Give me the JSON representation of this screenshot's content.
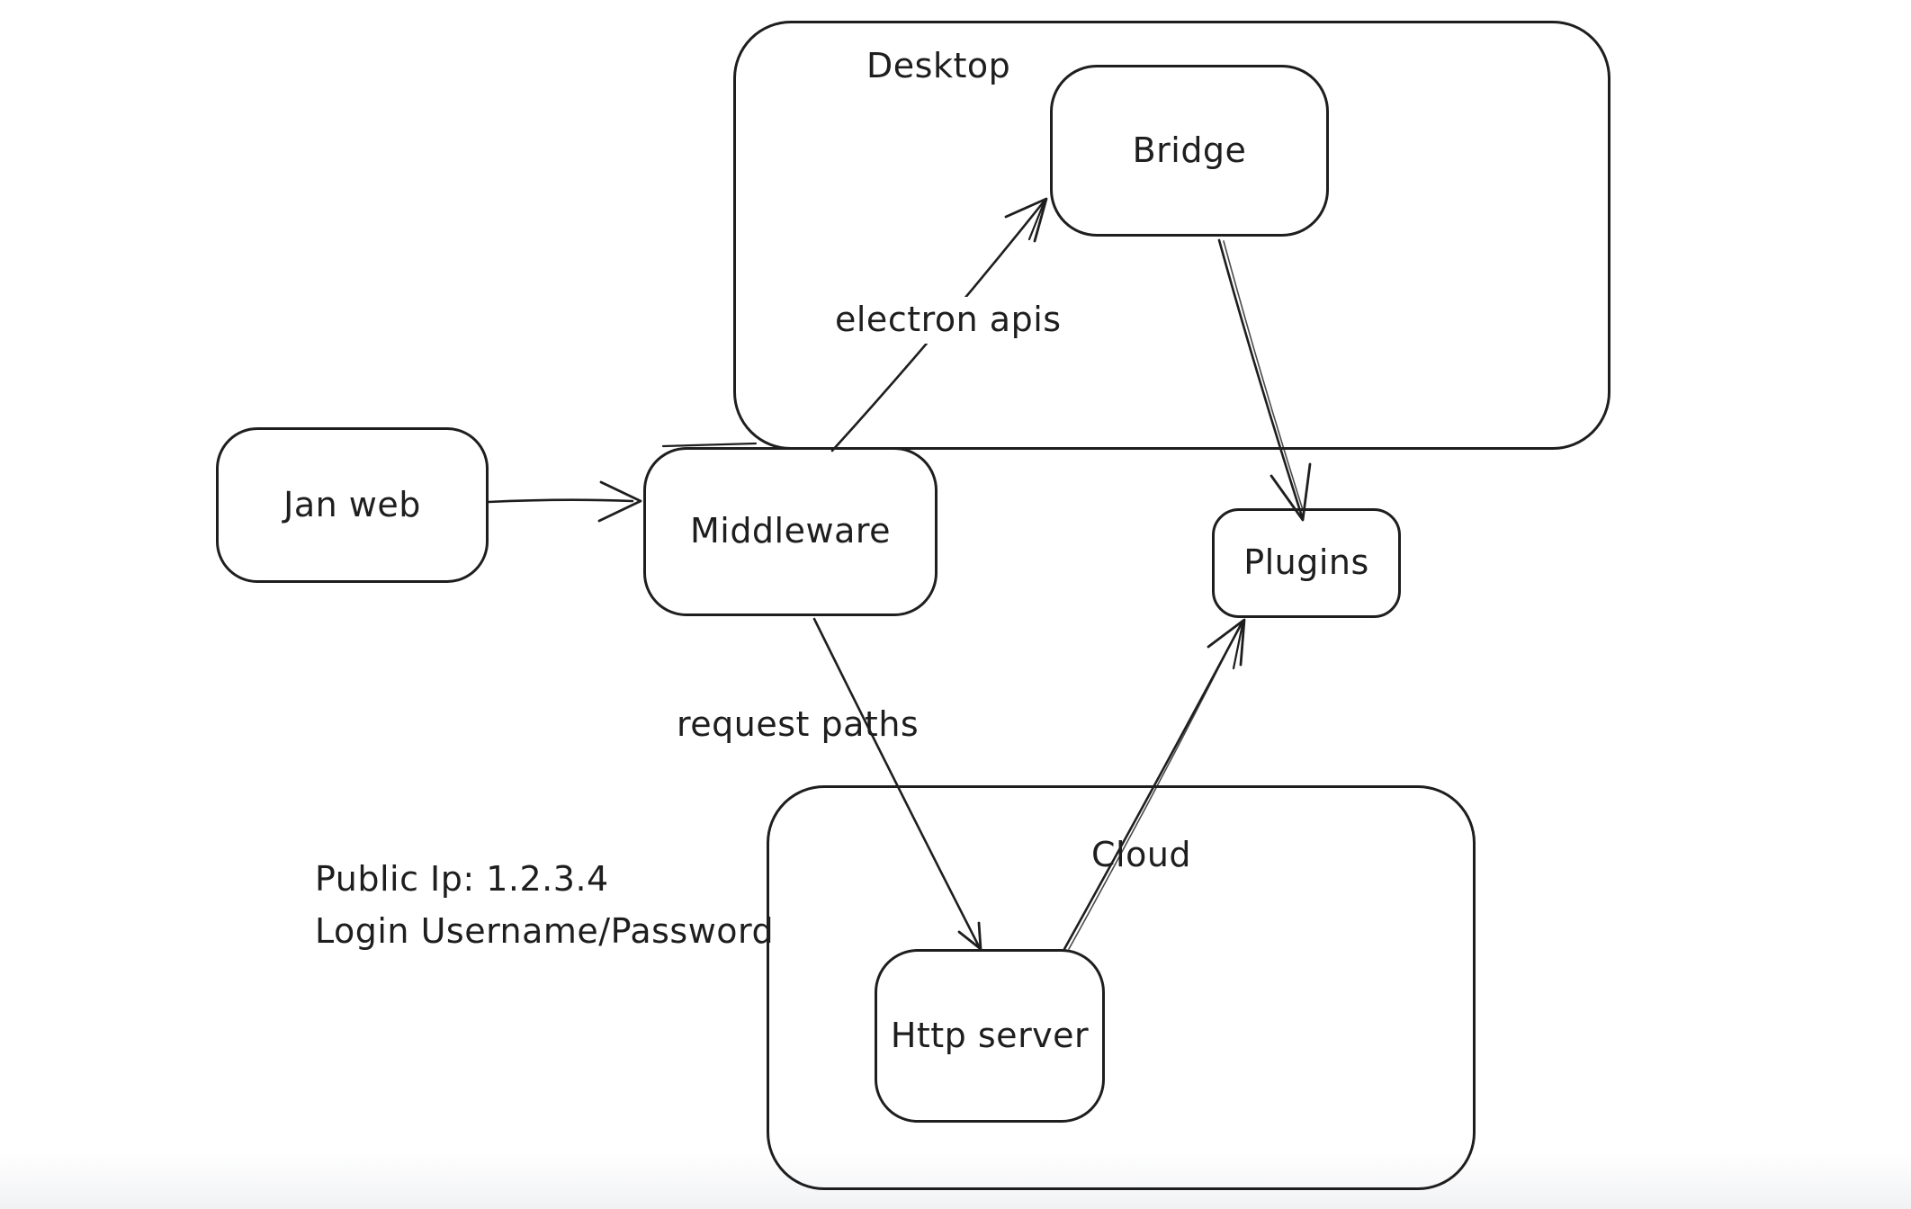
{
  "diagram": {
    "ink": "#1e1e1e",
    "background": "#ffffff",
    "containers": [
      {
        "id": "desktop",
        "label": "Desktop"
      },
      {
        "id": "cloud",
        "label": "Cloud"
      }
    ],
    "nodes": [
      {
        "id": "jan-web",
        "label": "Jan web"
      },
      {
        "id": "middleware",
        "label": "Middleware"
      },
      {
        "id": "bridge",
        "label": "Bridge"
      },
      {
        "id": "plugins",
        "label": "Plugins"
      },
      {
        "id": "http-server",
        "label": "Http server"
      }
    ],
    "edges": [
      {
        "from": "jan-web",
        "to": "middleware",
        "label": ""
      },
      {
        "from": "middleware",
        "to": "bridge",
        "label": "electron apis"
      },
      {
        "from": "bridge",
        "to": "plugins",
        "label": ""
      },
      {
        "from": "middleware",
        "to": "http-server",
        "label": "request paths"
      },
      {
        "from": "http-server",
        "to": "plugins",
        "label": ""
      }
    ],
    "annotation": {
      "line1": "Public Ip: 1.2.3.4",
      "line2": "Login Username/Password"
    }
  }
}
